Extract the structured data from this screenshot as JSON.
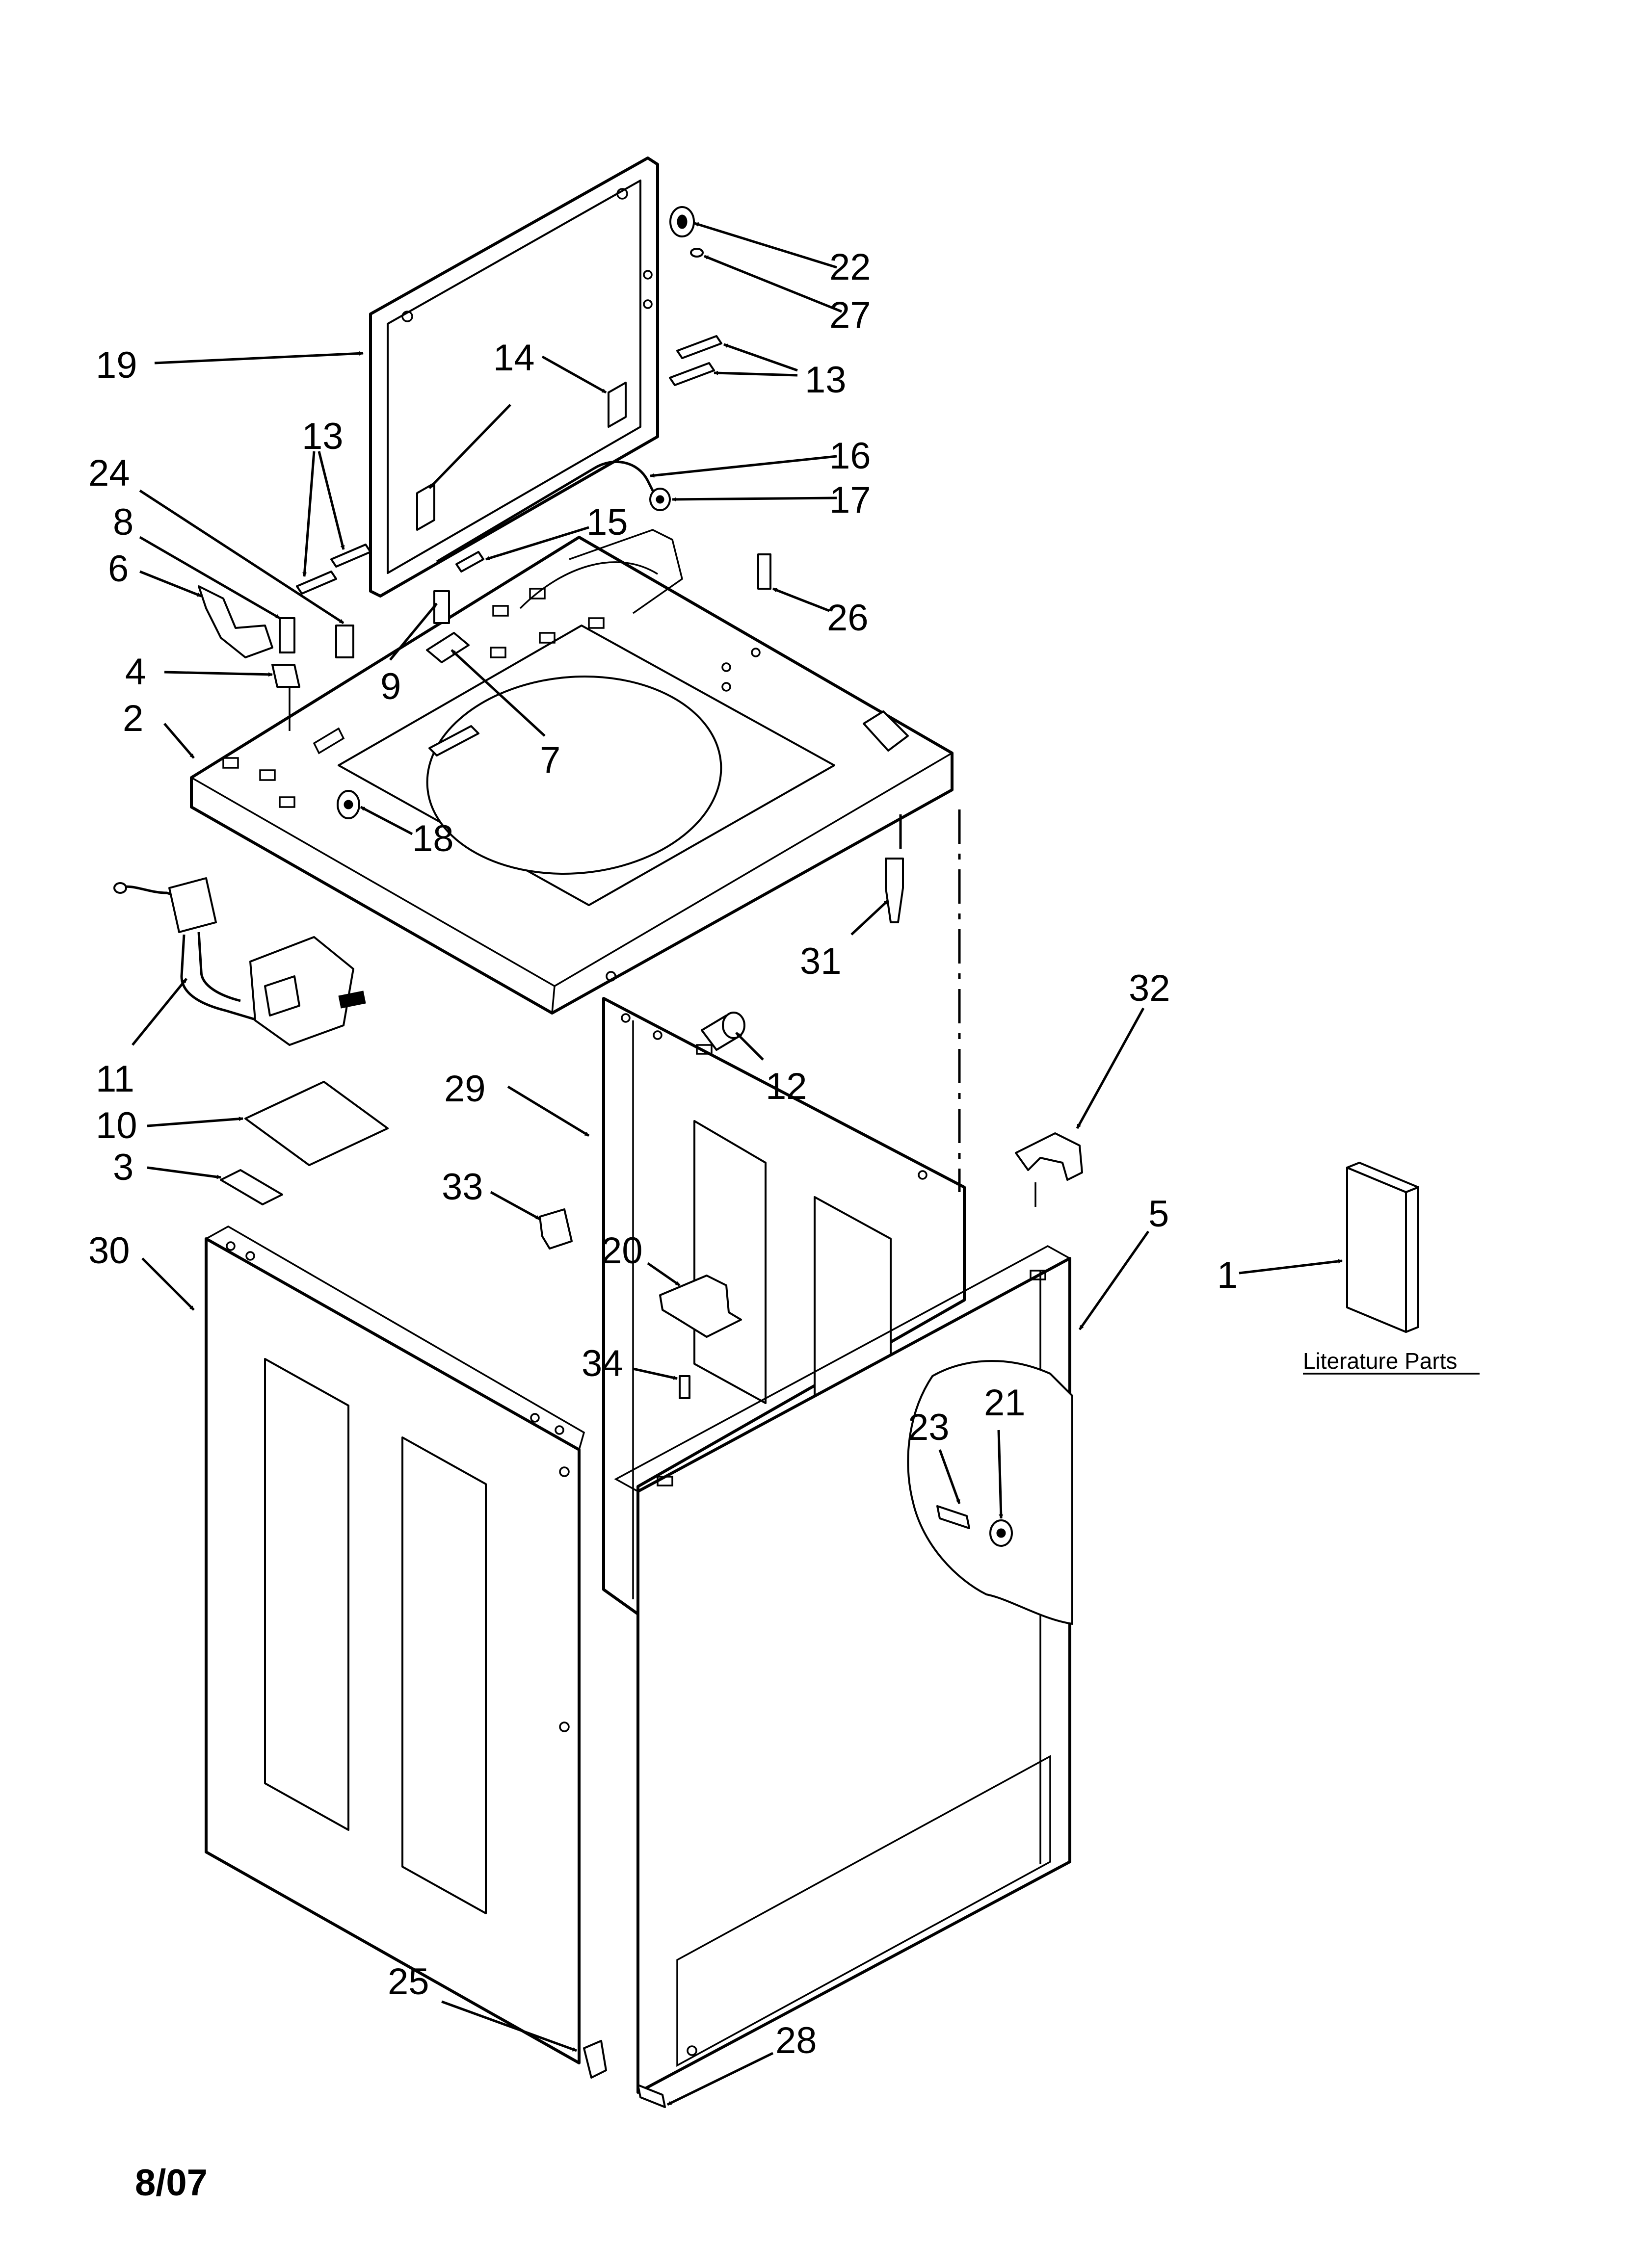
{
  "callouts": {
    "c1": "1",
    "c2": "2",
    "c3": "3",
    "c4": "4",
    "c5": "5",
    "c6": "6",
    "c7": "7",
    "c8": "8",
    "c9": "9",
    "c10": "10",
    "c11": "11",
    "c12": "12",
    "c13a": "13",
    "c13b": "13",
    "c14": "14",
    "c15": "15",
    "c16": "16",
    "c17": "17",
    "c18": "18",
    "c19": "19",
    "c20": "20",
    "c21": "21",
    "c22": "22",
    "c23": "23",
    "c24": "24",
    "c25": "25",
    "c26": "26",
    "c27": "27",
    "c28": "28",
    "c29": "29",
    "c30": "30",
    "c31": "31",
    "c32": "32",
    "c33": "33",
    "c34": "34"
  },
  "literature_label": "Literature Parts",
  "date_code": "8/07"
}
